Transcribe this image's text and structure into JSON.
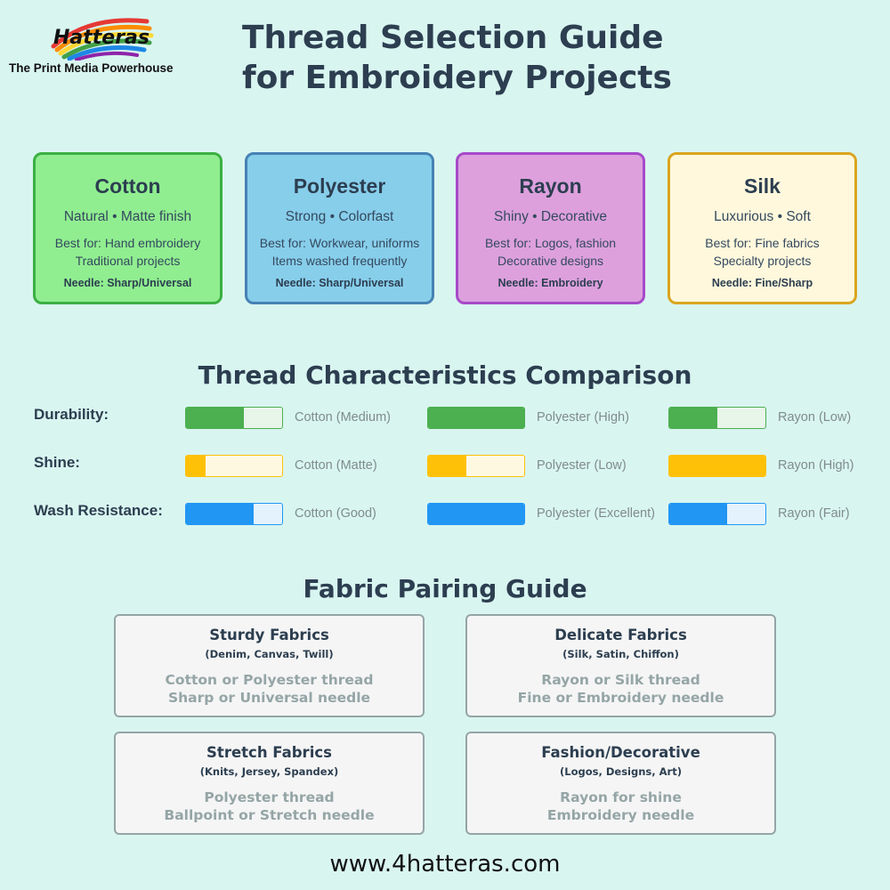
{
  "brand": {
    "logo_text": "Hatteras",
    "tagline": "The Print Media Powerhouse"
  },
  "title": {
    "line1": "Thread Selection Guide",
    "line2": "for Embroidery Projects"
  },
  "threads": [
    {
      "name": "Cotton",
      "props": "Natural • Matte finish",
      "best1": "Best for: Hand embroidery",
      "best2": "Traditional projects",
      "needle": "Needle: Sharp/Universal",
      "bg": "#90ee90",
      "border": "#3cb043"
    },
    {
      "name": "Polyester",
      "props": "Strong • Colorfast",
      "best1": "Best for: Workwear, uniforms",
      "best2": "Items washed frequently",
      "needle": "Needle: Sharp/Universal",
      "bg": "#87ceeb",
      "border": "#4682b4"
    },
    {
      "name": "Rayon",
      "props": "Shiny • Decorative",
      "best1": "Best for: Logos, fashion",
      "best2": "Decorative designs",
      "needle": "Needle: Embroidery",
      "bg": "#dda0dd",
      "border": "#a64ac9"
    },
    {
      "name": "Silk",
      "props": "Luxurious • Soft",
      "best1": "Best for: Fine fabrics",
      "best2": "Specialty projects",
      "needle": "Needle: Fine/Sharp",
      "bg": "#fff8dc",
      "border": "#daa520"
    }
  ],
  "comparison": {
    "title": "Thread Characteristics Comparison",
    "rows": [
      {
        "label": "Durability:",
        "fill_color": "#4caf50",
        "track_color": "#e8f5e9",
        "border_color": "#4caf50",
        "items": [
          {
            "text": "Cotton (Medium)",
            "level": 0.6
          },
          {
            "text": "Polyester (High)",
            "level": 1.0
          },
          {
            "text": "Rayon (Low)",
            "level": 0.5
          }
        ]
      },
      {
        "label": "Shine:",
        "fill_color": "#ffc107",
        "track_color": "#fff8e1",
        "border_color": "#ffc107",
        "items": [
          {
            "text": "Cotton (Matte)",
            "level": 0.2
          },
          {
            "text": "Polyester (Low)",
            "level": 0.4
          },
          {
            "text": "Rayon (High)",
            "level": 1.0
          }
        ]
      },
      {
        "label": "Wash Resistance:",
        "fill_color": "#2196f3",
        "track_color": "#e3f2fd",
        "border_color": "#2196f3",
        "items": [
          {
            "text": "Cotton (Good)",
            "level": 0.7
          },
          {
            "text": "Polyester (Excellent)",
            "level": 1.0
          },
          {
            "text": "Rayon (Fair)",
            "level": 0.6
          }
        ]
      }
    ]
  },
  "fabrics": {
    "title": "Fabric Pairing Guide",
    "items": [
      {
        "name": "Sturdy Fabrics",
        "examples": "(Denim, Canvas, Twill)",
        "thread": "Cotton or Polyester thread",
        "needle": "Sharp or Universal needle"
      },
      {
        "name": "Delicate Fabrics",
        "examples": "(Silk, Satin, Chiffon)",
        "thread": "Rayon or Silk thread",
        "needle": "Fine or Embroidery needle"
      },
      {
        "name": "Stretch Fabrics",
        "examples": "(Knits, Jersey, Spandex)",
        "thread": "Polyester thread",
        "needle": "Ballpoint or Stretch needle"
      },
      {
        "name": "Fashion/Decorative",
        "examples": "(Logos, Designs, Art)",
        "thread": "Rayon for shine",
        "needle": "Embroidery needle"
      }
    ]
  },
  "website": "www.4hatteras.com"
}
